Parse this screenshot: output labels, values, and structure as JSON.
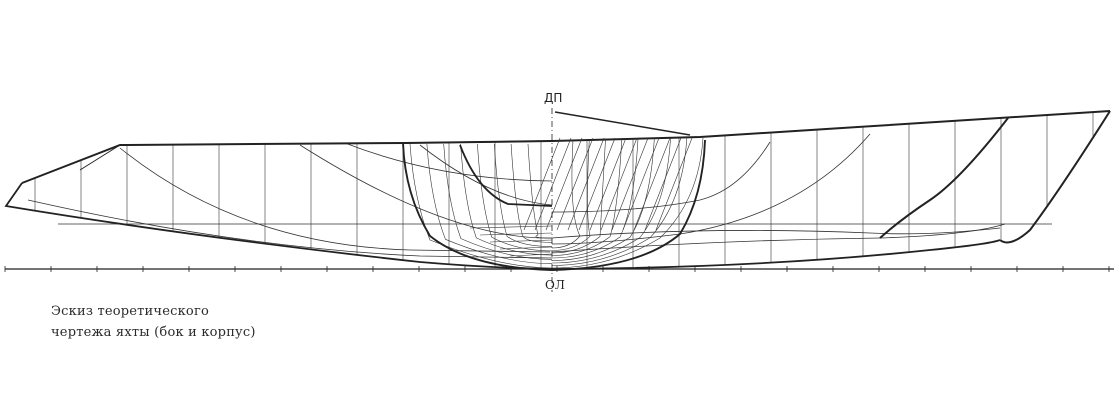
{
  "labels": {
    "centerline": "ДП",
    "baseline": "ОЛ"
  },
  "caption": {
    "line1": "Эскиз теоретического",
    "line2": "чертежа яхты (бок и корпус)"
  },
  "colors": {
    "ink": "#222222",
    "thin_ink": "#333333"
  }
}
